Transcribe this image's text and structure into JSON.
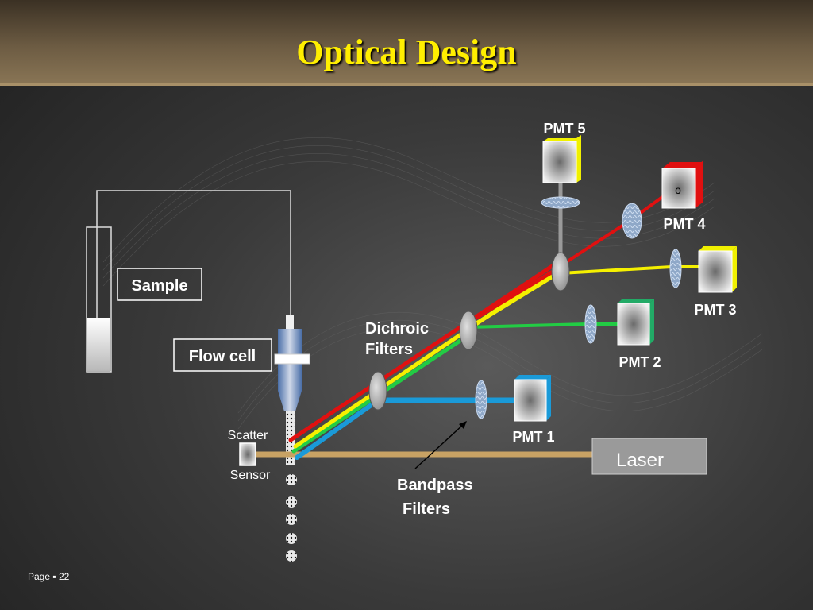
{
  "slide": {
    "title": "Optical Design",
    "page_label": "Page ▪ 22"
  },
  "labels": {
    "pmt5": "PMT 5",
    "pmt4": "PMT 4",
    "pmt3": "PMT 3",
    "pmt2": "PMT 2",
    "pmt1": "PMT 1",
    "sample": "Sample",
    "flow_cell": "Flow cell",
    "dichroic_line1": "Dichroic",
    "dichroic_line2": "Filters",
    "bandpass_line1": "Bandpass",
    "bandpass_line2": "Filters",
    "scatter": "Scatter",
    "sensor": "Sensor",
    "laser": "Laser",
    "pmt4_mark": "o"
  },
  "colors": {
    "title": "#ffee00",
    "red_beam": "#e01010",
    "yellow_beam": "#f5f000",
    "green_beam": "#22cc44",
    "blue_beam": "#1a9ad8",
    "laser_beam": "#c8a264",
    "pmt5_accent": "#f0f000",
    "pmt4_accent": "#e01010",
    "pmt3_accent": "#f0f000",
    "pmt2_accent": "#22aa66",
    "pmt1_accent": "#1a9ad8"
  }
}
